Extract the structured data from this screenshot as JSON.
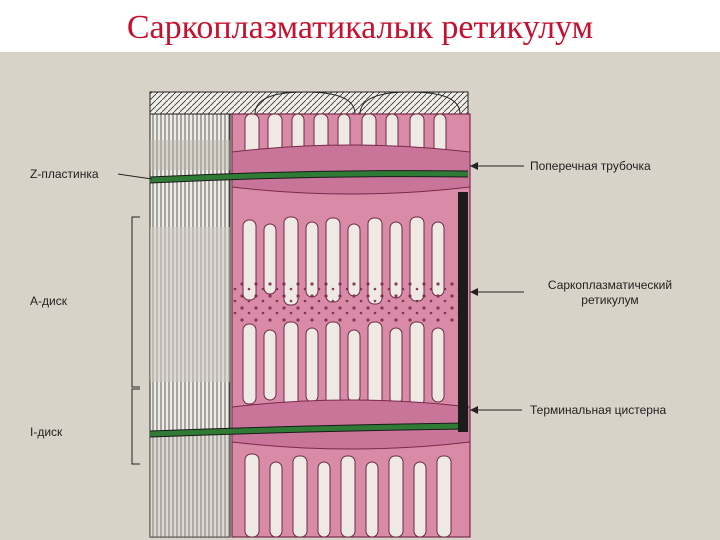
{
  "title": "Саркоплазматикалык ретикулум",
  "labels": {
    "z_plate": "Z-пластинка",
    "a_disc": "А-диск",
    "i_disc": "I-диск",
    "t_tubule": "Поперечная трубочка",
    "sr_line1": "Саркоплазматический",
    "sr_line2": "ретикулум",
    "terminal_cistern": "Терминальная цистерна"
  },
  "colors": {
    "title": "#c8102e",
    "reticulum": "#d98aa6",
    "reticulum_dark": "#b55b7e",
    "t_tubule": "#2f7a35",
    "background": "#d9d2c8",
    "myofibril": "#eeeae4"
  }
}
